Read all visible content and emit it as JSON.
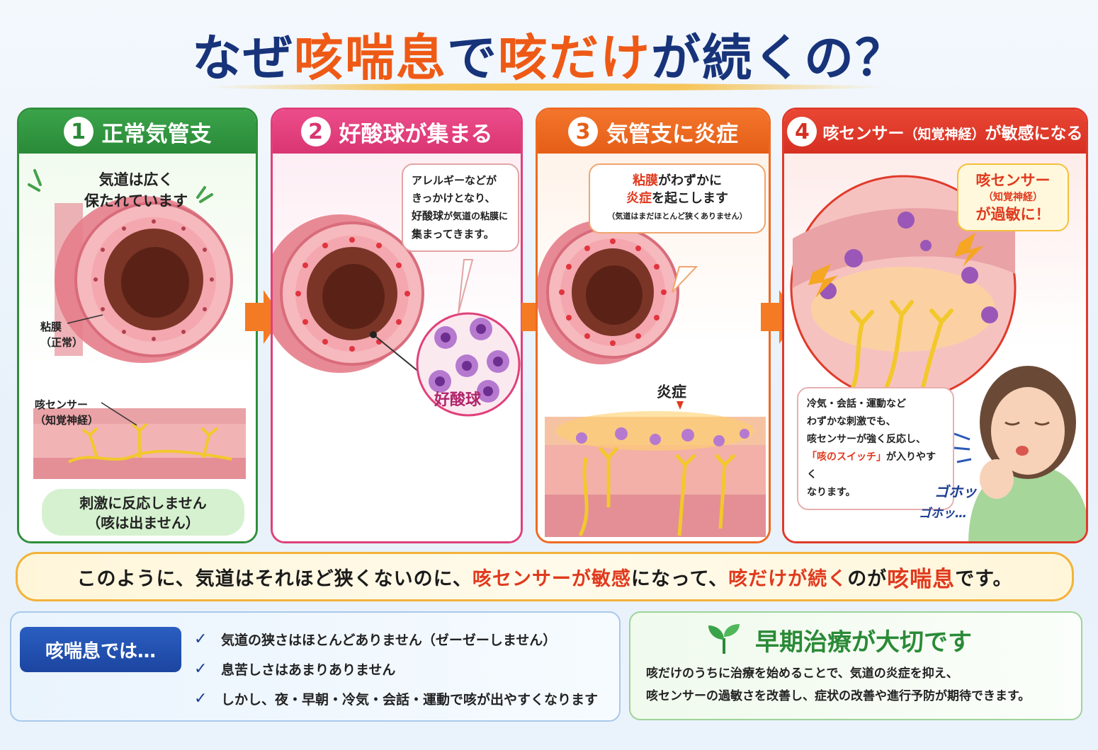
{
  "title": {
    "part1": "なぜ",
    "part2": "咳喘息",
    "part3": "で",
    "part4": "咳だけ",
    "part5": "が続くの？"
  },
  "panels": [
    {
      "number": "1",
      "heading": "正常気管支",
      "accent": "#2f8f3a",
      "note_line1": "気道は広く",
      "note_line2": "保たれています",
      "mucosa_label_line1": "粘膜",
      "mucosa_label_line2": "（正常）",
      "sensor_label_line1": "咳センサー",
      "sensor_label_line2": "（知覚神経）",
      "result_line1": "刺激に反応しません",
      "result_line2": "（咳は出ません）"
    },
    {
      "number": "2",
      "heading": "好酸球が集まる",
      "accent": "#e0407a",
      "bubble_line1": "アレルギーなどが",
      "bubble_line2": "きっかけとなり、",
      "bubble_line3_a": "好酸球",
      "bubble_line3_b": "が気道の粘膜に",
      "bubble_line4": "集まってきます。",
      "cell_label": "好酸球"
    },
    {
      "number": "3",
      "heading": "気管支に炎症",
      "accent": "#ee6a22",
      "bubble_line1_a": "粘膜",
      "bubble_line1_b": "がわずかに",
      "bubble_line2_a": "炎症",
      "bubble_line2_b": "を起こします",
      "bubble_line3": "（気道はまだほとんど狭くありません）",
      "inflammation_label": "炎症"
    },
    {
      "number": "4",
      "heading": "咳センサー",
      "heading_small": "（知覚神経）",
      "heading_tail": "が敏感になる",
      "accent": "#e03a2a",
      "alert_line1": "咳センサー",
      "alert_line2": "（知覚神経）",
      "alert_line3": "が過敏に！",
      "desc_line1": "冷気・会話・運動など",
      "desc_line2": "わずかな刺激でも、",
      "desc_line3": "咳センサーが強く反応し、",
      "desc_line4_a": "「咳のスイッチ」",
      "desc_line4_b": "が入りやすく",
      "desc_line5": "なります。",
      "cough1": "ゴホッ",
      "cough2": "ゴホッ…"
    }
  ],
  "summary": {
    "p1": "このように、気道はそれほど狭くないのに、",
    "p2": "咳センサーが敏感",
    "p3": "になって、",
    "p4": "咳だけが続く",
    "p5": "のが",
    "p6": "咳喘息",
    "p7": "です。"
  },
  "cough_asthma": {
    "badge": "咳喘息では…",
    "items": [
      "気道の狭さはほとんどありません（ゼーゼーしません）",
      "息苦しさはあまりありません",
      "しかし、夜・早朝・冷気・会話・運動で咳が出やすくなります"
    ]
  },
  "early_treatment": {
    "heading": "早期治療が大切です",
    "line1": "咳だけのうちに治療を始めることで、気道の炎症を抑え、",
    "line2": "咳センサーの過敏さを改善し、症状の改善や進行予防が期待できます。"
  }
}
